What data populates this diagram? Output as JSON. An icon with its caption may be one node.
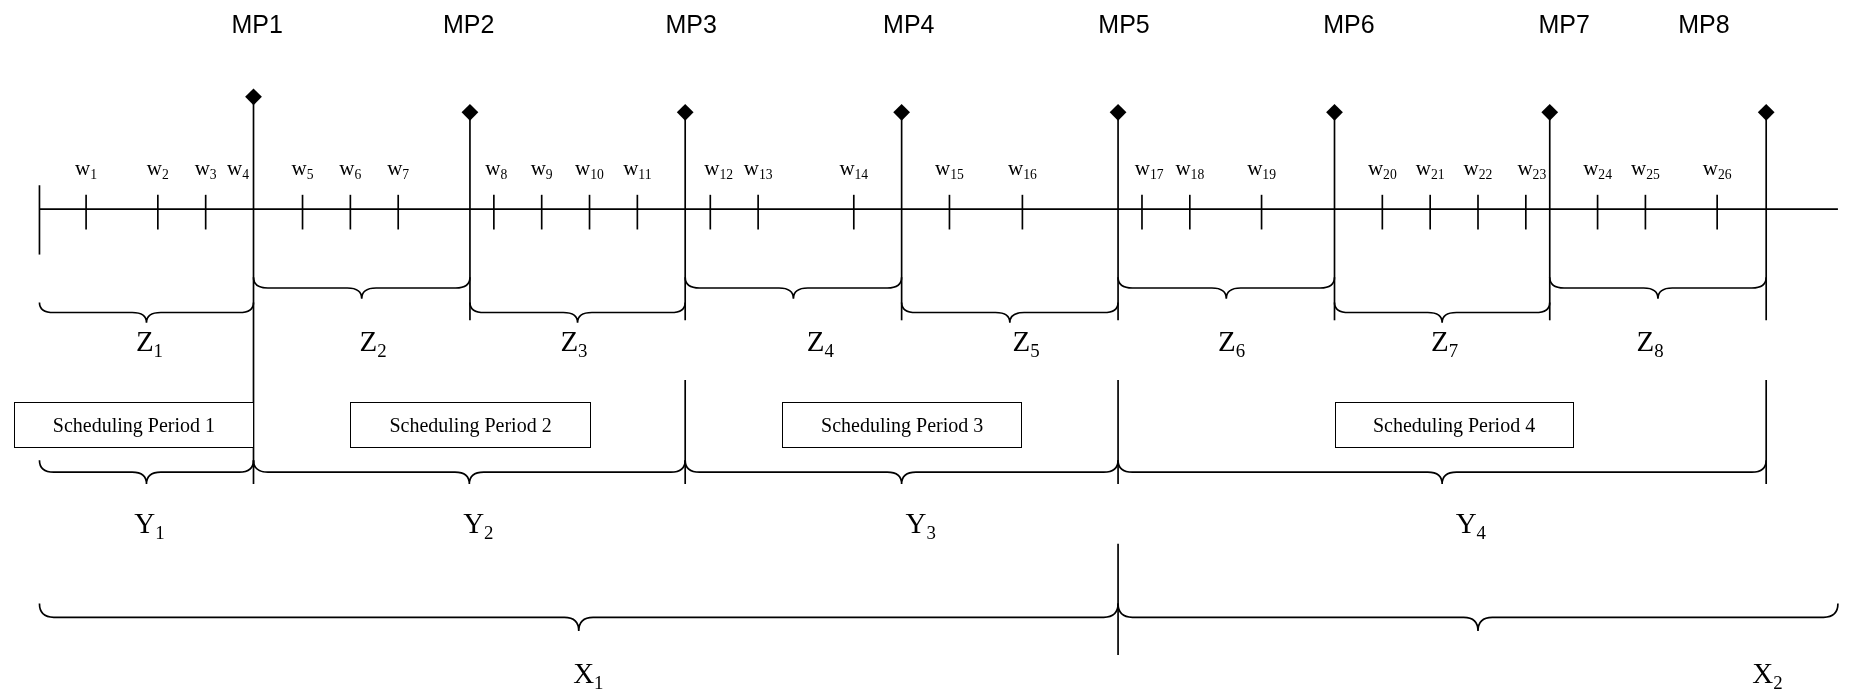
{
  "diagram": {
    "nodes": [
      {
        "text": [
          "Scheduling Period 1"
        ]
      },
      {
        "text": [
          "Scheduling Period 2"
        ]
      },
      {
        "text": [
          "Scheduling Period 3"
        ]
      },
      {
        "text": [
          "Scheduling Period 4"
        ]
      }
    ],
    "labels": [
      "MP1",
      "MP2",
      "MP3",
      "MP4",
      "MP5",
      "MP6",
      "MP7",
      "MP8",
      "w$_{1}$",
      "w$_{2}$",
      "w$_{3}$",
      "w$_{4}$",
      "w$_{5}$",
      "w$_{6}$",
      "w$_{7}$",
      "w$_{8}$",
      "w$_{9}$",
      "w$_{10}$",
      "w$_{11}$",
      "w$_{12}$",
      "w$_{13}$",
      "w$_{14}$",
      "w$_{15}$",
      "w$_{16}$",
      "w$_{17}$",
      "w$_{18}$",
      "w$_{19}$",
      "w$_{20}$",
      "w$_{21}$",
      "w$_{22}$",
      "w$_{23}$",
      "w$_{24}$",
      "w$_{25}$",
      "w$_{26}$",
      "Z$_{1}$",
      "Z$_{2}$",
      "Z$_{3}$",
      "Z$_{4}$",
      "Z$_{5}$",
      "Z$_{6}$",
      "Z$_{7}$",
      "Z$_{8}$",
      "Y$_{1}$",
      "Y$_{2}$",
      "Y$_{3}$",
      "Y$_{4}$",
      "X$_{1}$",
      "X$_{2}$"
    ]
  }
}
